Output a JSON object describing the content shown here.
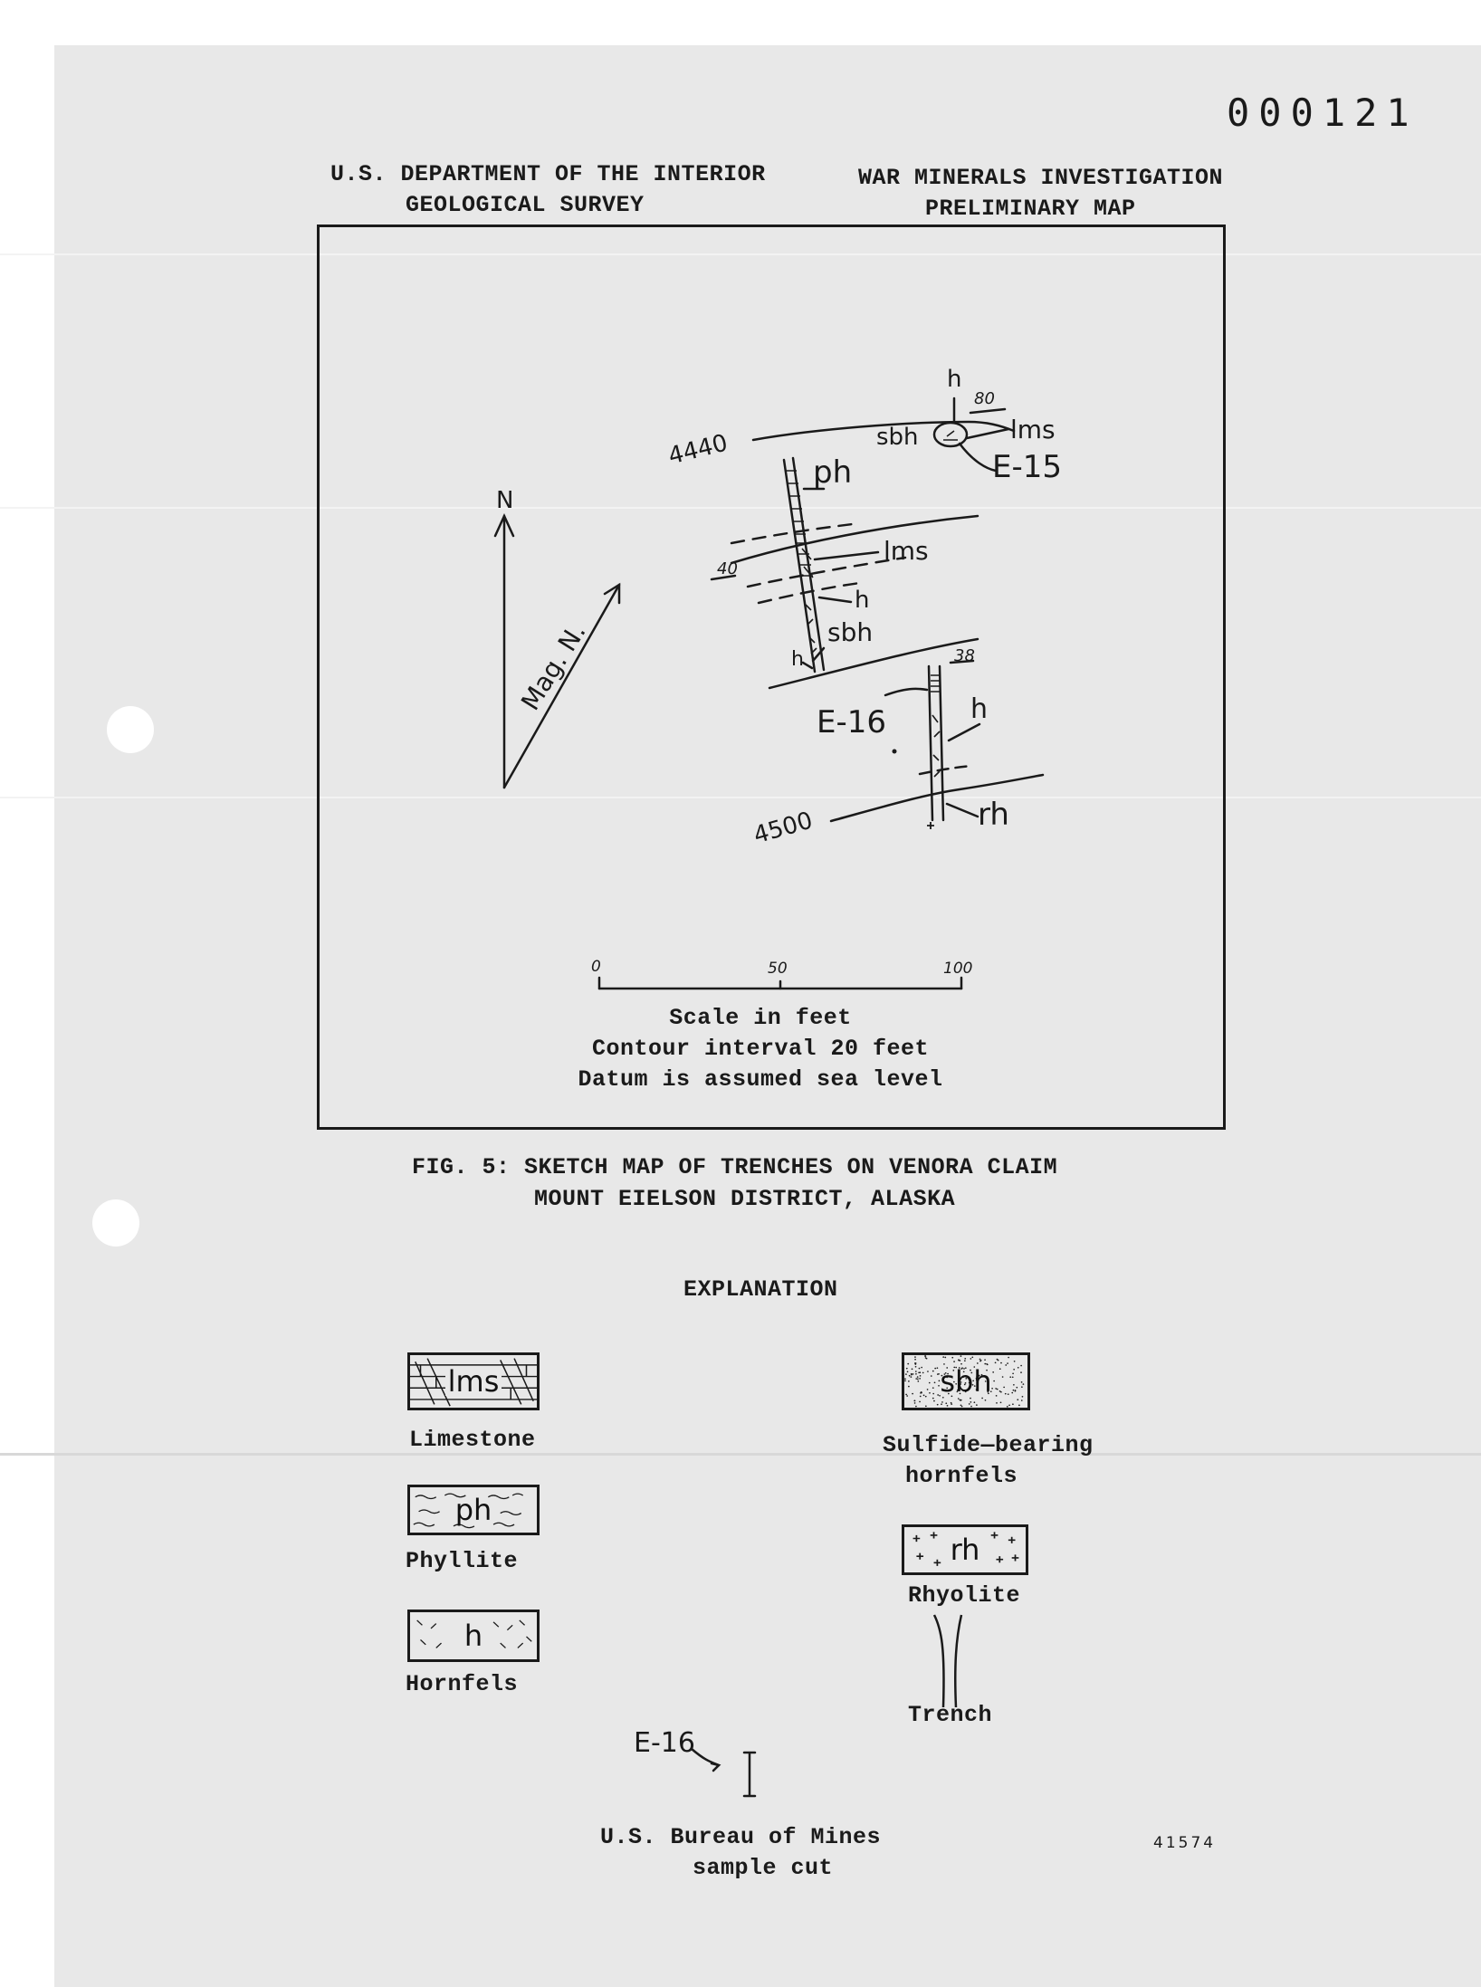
{
  "header": {
    "page_number": "000121",
    "agency_line1": "U.S. DEPARTMENT OF THE INTERIOR",
    "agency_line2": "GEOLOGICAL SURVEY",
    "program_line1": "WAR MINERALS INVESTIGATION",
    "program_line2": "PRELIMINARY MAP"
  },
  "map": {
    "labels": {
      "contour_4440": "4440",
      "contour_4500": "4500",
      "north": "N",
      "mag_north": "Mag. N.",
      "ph": "ph",
      "lms_upper": "lms",
      "lms_mid": "lms",
      "h_top": "h",
      "sbh_top": "sbh",
      "sbh_mid": "sbh",
      "h_mid1": "h",
      "h_mid2": "h",
      "h_right": "h",
      "rh": "rh",
      "e15": "E-15",
      "e16": "E-16",
      "dip_80": "80",
      "dip_40": "40",
      "dip_38": "38"
    },
    "scale": {
      "tick_0": "0",
      "tick_50": "50",
      "tick_100": "100",
      "line1": "Scale in  feet",
      "line2": "Contour interval 20 feet",
      "line3": "Datum is assumed sea level"
    }
  },
  "caption": {
    "line1": "FIG. 5: SKETCH MAP OF TRENCHES ON VENORA CLAIM",
    "line2": "MOUNT EIELSON DISTRICT, ALASKA"
  },
  "explanation": {
    "title": "EXPLANATION",
    "items": [
      {
        "symbol": "lms",
        "label": "Limestone"
      },
      {
        "symbol": "ph",
        "label": "Phyllite"
      },
      {
        "symbol": "h",
        "label": "Hornfels"
      },
      {
        "symbol": "sbh",
        "label_line1": "Sulfide—bearing",
        "label_line2": "hornfels"
      },
      {
        "symbol": "rh",
        "label": "Rhyolite"
      },
      {
        "label": "Trench"
      }
    ],
    "sample": {
      "symbol_label": "E-16",
      "label_line1": "U.S. Bureau of Mines",
      "label_line2": "sample cut"
    }
  },
  "footer_number": "41574"
}
